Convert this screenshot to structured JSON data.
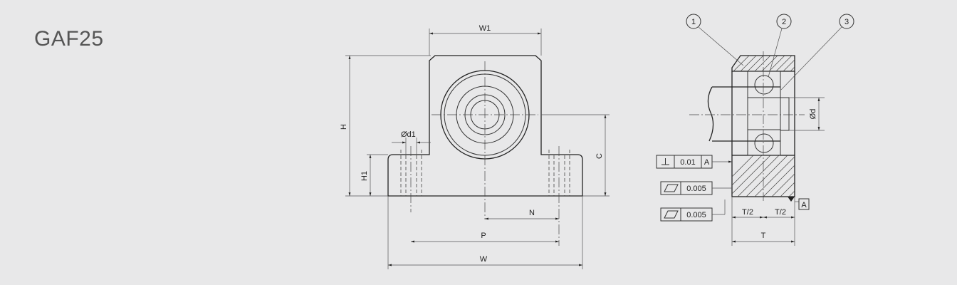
{
  "title": "GAF25",
  "dimensions": {
    "W1": "W1",
    "H": "H",
    "H1": "H1",
    "d1": "Ød1",
    "C": "C",
    "N": "N",
    "P": "P",
    "W": "W",
    "d": "Ød",
    "T": "T",
    "T_half_left": "T/2",
    "T_half_right": "T/2"
  },
  "balloons": [
    "1",
    "2",
    "3"
  ],
  "tolerances": [
    {
      "symbol": "perpendicularity",
      "value": "0.01",
      "datum": "A"
    },
    {
      "symbol": "flatness",
      "value": "0.005"
    },
    {
      "symbol": "flatness",
      "value": "0.005"
    }
  ],
  "datum_label": "A"
}
